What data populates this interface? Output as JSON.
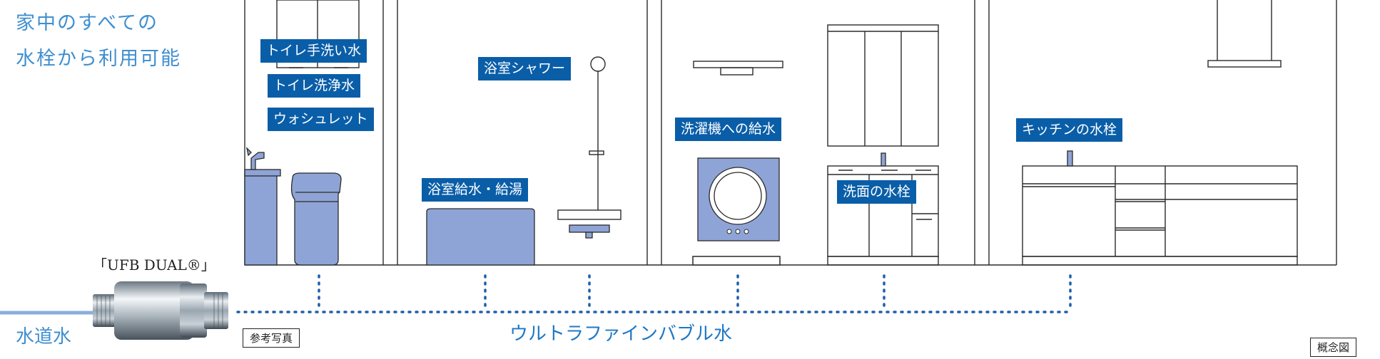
{
  "headline": {
    "line1": "家中のすべての",
    "line2": "水栓から利用可能"
  },
  "product": {
    "name": "「UFB DUAL®」",
    "photo_note": "参考写真"
  },
  "water_source": "水道水",
  "flow_label": "ウルトラファインバブル水",
  "diagram_note": "概念図",
  "tags": {
    "toilet_hand": "トイレ手洗い水",
    "toilet_flush": "トイレ洗浄水",
    "washlet": "ウォシュレット",
    "shower": "浴室シャワー",
    "bath": "浴室給水・給湯",
    "washer": "洗濯機への給水",
    "basin": "洗面の水栓",
    "kitchen": "キッチンの水栓"
  },
  "colors": {
    "accent_text": "#3f8fd0",
    "tag_bg": "#0a5ea8",
    "fixture_fill": "#8fa4d6",
    "line": "#1f5fa8"
  }
}
